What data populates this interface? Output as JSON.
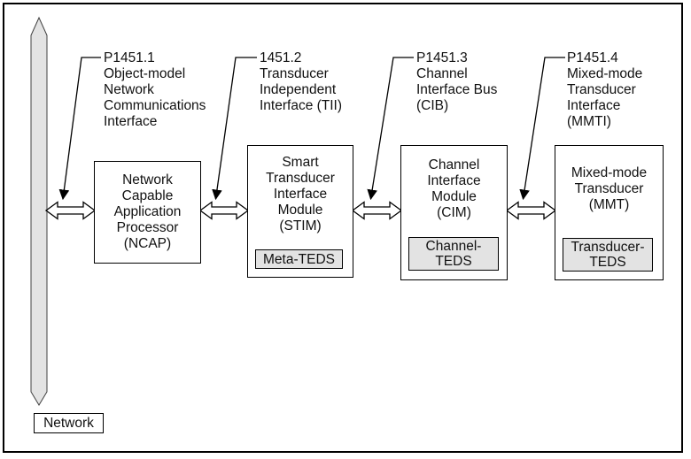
{
  "diagram": {
    "callouts": [
      {
        "lines": [
          "P1451.1",
          "Object-model",
          "Network",
          "Communications",
          "Interface"
        ]
      },
      {
        "lines": [
          "1451.2",
          "Transducer",
          "Independent",
          "Interface (TII)"
        ]
      },
      {
        "lines": [
          "P1451.3",
          "Channel",
          "Interface Bus",
          "(CIB)"
        ]
      },
      {
        "lines": [
          "P1451.4",
          "Mixed-mode",
          "Transducer",
          "Interface",
          "(MMTI)"
        ]
      }
    ],
    "modules": [
      {
        "lines": [
          "Network",
          "Capable",
          "Application",
          "Processor",
          "(NCAP)"
        ]
      },
      {
        "lines": [
          "Smart",
          "Transducer",
          "Interface",
          "Module",
          "(STIM)"
        ],
        "teds": [
          "Meta-TEDS"
        ]
      },
      {
        "lines": [
          "Channel",
          "Interface",
          "Module",
          "(CIM)"
        ],
        "teds": [
          "Channel-",
          "TEDS"
        ]
      },
      {
        "lines": [
          "Mixed-mode",
          "Transducer",
          "(MMT)"
        ],
        "teds": [
          "Transducer-",
          "TEDS"
        ]
      }
    ],
    "network_label": "Network",
    "icons": {
      "bus_arrow": "vertical-double-ended-arrow",
      "link_arrow": "horizontal-double-headed-hollow-arrow",
      "callout_arrow": "filled-down-arrowhead"
    },
    "colors": {
      "background": "#ffffff",
      "line": "#000000",
      "bus_fill": "#e3e3e3",
      "teds_fill": "#e3e3e3",
      "module_fill": "#ffffff"
    }
  }
}
